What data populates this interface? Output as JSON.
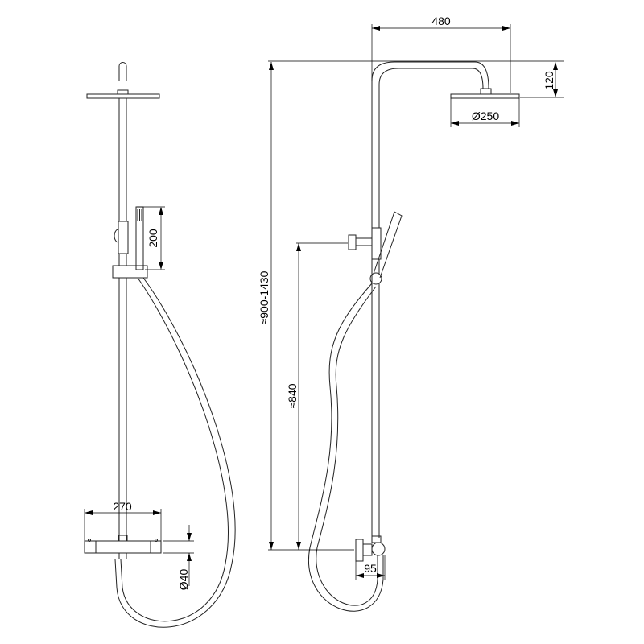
{
  "front_view": {
    "dimensions": {
      "hand_shower": "200",
      "thermostat_width": "270",
      "thermostat_diameter": "Ø40"
    }
  },
  "side_view": {
    "dimensions": {
      "arm_reach": "480",
      "head_height": "120",
      "head_diameter": "Ø250",
      "total_height": "≈900-1430",
      "outlet_height": "≈840",
      "wall_offset": "95"
    }
  }
}
